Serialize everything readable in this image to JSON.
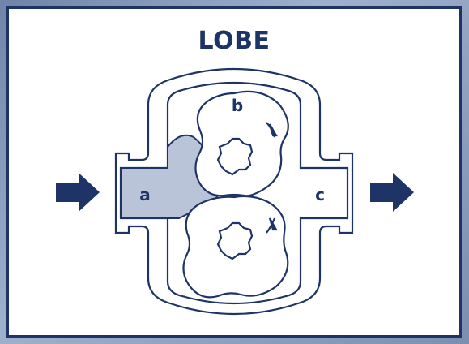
{
  "title": "LOBE",
  "labels": {
    "inlet": "a",
    "rotor": "b",
    "outlet": "c"
  },
  "colors": {
    "ink": "#1f3466",
    "fluid": "#b9c4d9",
    "panel": "#ffffff"
  }
}
